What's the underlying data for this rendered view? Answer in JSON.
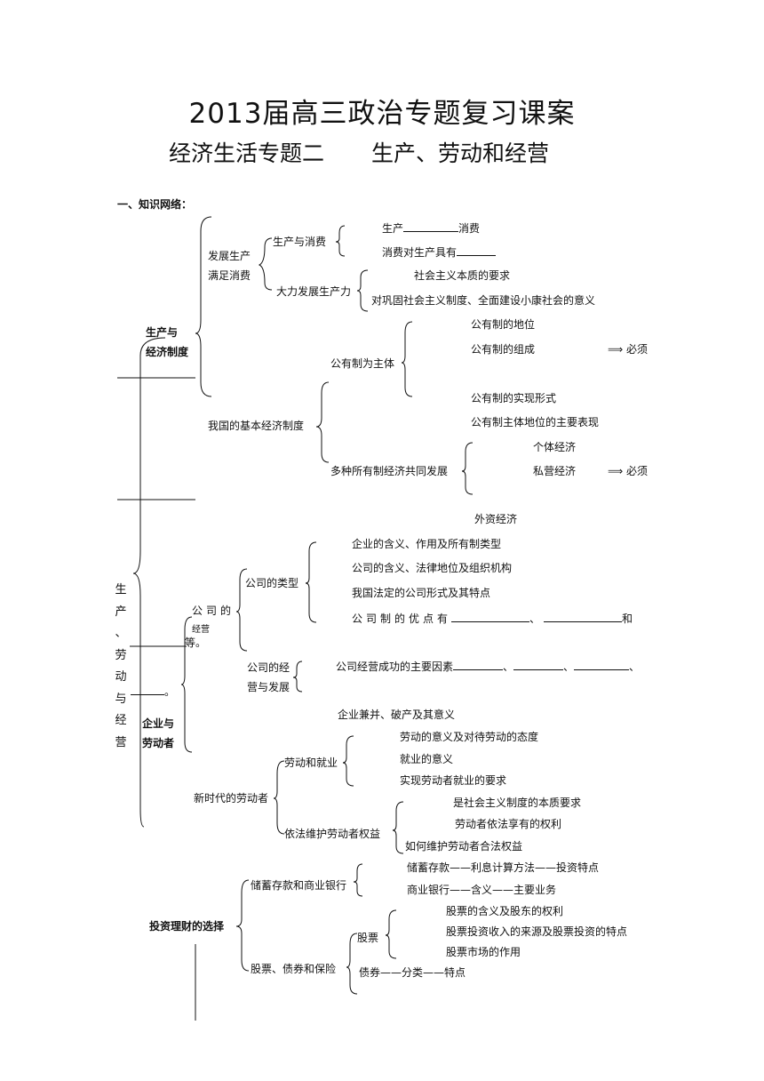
{
  "title": "2013届高三政治专题复习课案",
  "subtitle_left": "经济生活专题二",
  "subtitle_right": "生产、劳动和经营",
  "section1": "一、知识网络：",
  "n": {
    "fazhan1": "发展生产",
    "fazhan2": "满足消费",
    "scyxf": "生产与消费",
    "sc_xf_a": "生产",
    "sc_xf_b": "消费",
    "xfdsc": "消费对生产具有",
    "dlfz": "大力发展生产力",
    "shzy": "社会主义本质的要求",
    "gonggu": "对巩固社会主义制度、全面建设小康社会的意义",
    "scy1": "生产与",
    "scy2": "经济制度",
    "gyzwz": "公有制为主体",
    "gyz_dw": "公有制的地位",
    "gyz_zc": "公有制的组成",
    "bixu1": "⟹ 必须",
    "gyz_sx": "公有制的实现形式",
    "gyz_bx": "公有制主体地位的主要表现",
    "jbjjzd": "我国的基本经济制度",
    "gtjj": "个体经济",
    "duozhong": "多种所有制经济共同发展",
    "sy": "私营经济",
    "bixu2": "⟹ 必须",
    "wz": "外资经济",
    "qy_hy": "企业的含义、作用及所有制类型",
    "gs_hy": "公司的含义、法律地位及组织机构",
    "gs_lx": "公司的类型",
    "fd": "我国法定的公司形式及其特点",
    "yd_a": "公司制的优点有",
    "yd_sep": "、",
    "yd_he": "和",
    "gsd1": "公司的",
    "gsd2": "经营",
    "deng": "等。",
    "gsjy1": "公司的经",
    "gsjy2": "营与发展",
    "cg": "公司经营成功的主要因素",
    "cg_sep": "、",
    "vert": [
      "生",
      "产",
      "、",
      "劳",
      "动",
      "与",
      "经",
      "营"
    ],
    "dot": "。",
    "jb": "企业兼并、破产及其意义",
    "qy1": "企业与",
    "qy2": "劳动者",
    "ld_yy": "劳动的意义及对待劳动的态度",
    "ldjy": "劳动和就业",
    "jy_yy": "就业的意义",
    "sx_jy": "实现劳动者就业的要求",
    "xsd": "新时代的劳动者",
    "bz": "是社会主义制度的本质要求",
    "ql": "劳动者依法享有的权利",
    "wh": "依法维护劳动者权益",
    "rh": "如何维护劳动者合法权益",
    "cx": "储蓄存款——利息计算方法——投资特点",
    "cxyh": "储蓄存款和商业银行",
    "syyh": "商业银行——含义——主要业务",
    "tzlc": "投资理财的选择",
    "gp_hy": "股票的含义及股东的权利",
    "gp": "股票",
    "gp_tz": "股票投资收入的来源及股票投资的特点",
    "gp_sc": "股票市场的作用",
    "gpzq": "股票、债券和保险",
    "zq": "债券——分类——特点"
  }
}
